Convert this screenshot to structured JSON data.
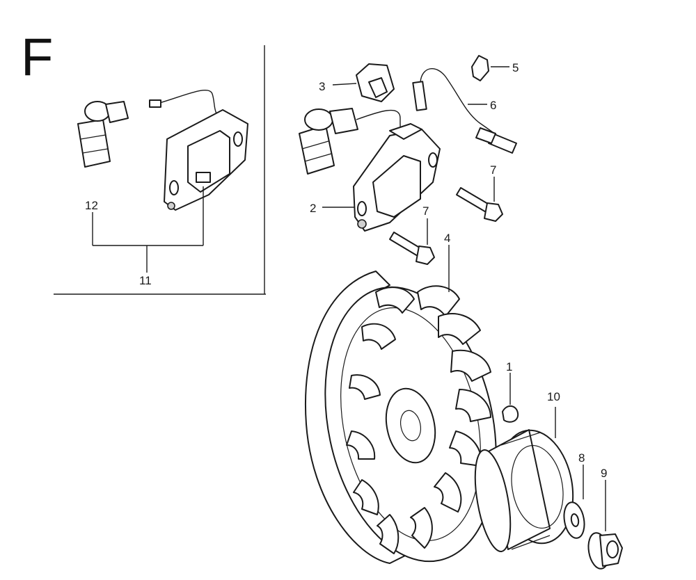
{
  "section_letter": "F",
  "callouts": {
    "c1": "1",
    "c2": "2",
    "c3": "3",
    "c4": "4",
    "c5": "5",
    "c6": "6",
    "c7a": "7",
    "c7b": "7",
    "c8": "8",
    "c9": "9",
    "c10": "10",
    "c11": "11",
    "c12": "12"
  }
}
